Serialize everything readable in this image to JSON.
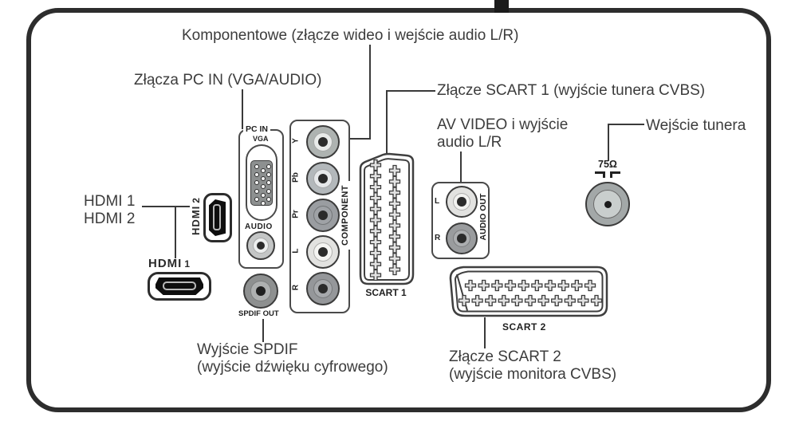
{
  "panel": {
    "top_labels": {
      "komponentowe": "Komponentowe (złącze wideo i wejście audio L/R)",
      "pc_in": "Złącza PC IN (VGA/AUDIO)",
      "scart1": "Złącze SCART 1 (wyjście tunera CVBS)",
      "av_video_l1": "AV VIDEO i wyjście",
      "av_video_l2": "audio L/R",
      "tuner": "Wejście tunera",
      "hdmi1": "HDMI 1",
      "hdmi2": "HDMI 2"
    },
    "bottom_labels": {
      "spdif_l1": "Wyjście SPDIF",
      "spdif_l2": "(wyjście dźwięku cyfrowego)",
      "scart2_l1": "Złącze SCART 2",
      "scart2_l2": "(wyjście monitora CVBS)"
    },
    "ports": {
      "pc_in": {
        "title": "PC IN",
        "vga": "VGA",
        "audio": "AUDIO"
      },
      "spdif": {
        "label": "SPDIF OUT"
      },
      "component": {
        "title": "COMPONENT",
        "jacks": [
          "Y",
          "Pb",
          "Pr",
          "L",
          "R"
        ]
      },
      "scart1": {
        "label": "SCART 1",
        "left_pins": 11,
        "right_pins": 10
      },
      "scart2": {
        "label": "SCART 2",
        "top_pins": 10,
        "bottom_pins": 11
      },
      "audio_out": {
        "title": "AUDIO OUT",
        "jacks": [
          "L",
          "R"
        ]
      },
      "antenna": {
        "impedance": "75Ω"
      },
      "hdmi1": {
        "logo": "HDMI",
        "num": "1"
      },
      "hdmi2": {
        "logo": "HDMI",
        "num": "2"
      }
    },
    "colors": {
      "frame": "#2d2d2d",
      "line": "#3a3a3a"
    }
  }
}
